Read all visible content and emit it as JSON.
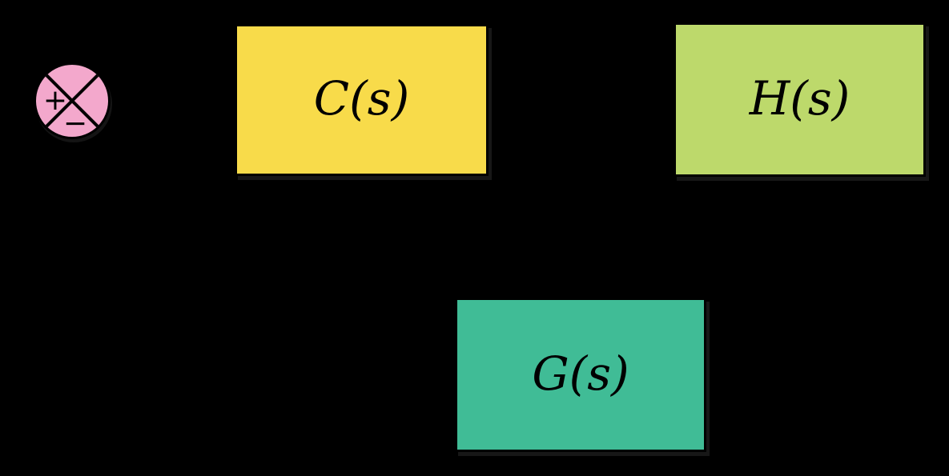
{
  "diagram": {
    "background_color": "#000000",
    "summing_junction": {
      "plus_label": "+",
      "minus_label": "−",
      "fill_color": "#F3A8CC",
      "line_color": "#000000"
    },
    "blocks": [
      {
        "label": "C(s)",
        "fill_color": "#F8DB4A",
        "text_color": "#000000"
      },
      {
        "label": "H(s)",
        "fill_color": "#BDD96B",
        "text_color": "#000000"
      },
      {
        "label": "G(s)",
        "fill_color": "#40BC96",
        "text_color": "#000000"
      }
    ]
  }
}
